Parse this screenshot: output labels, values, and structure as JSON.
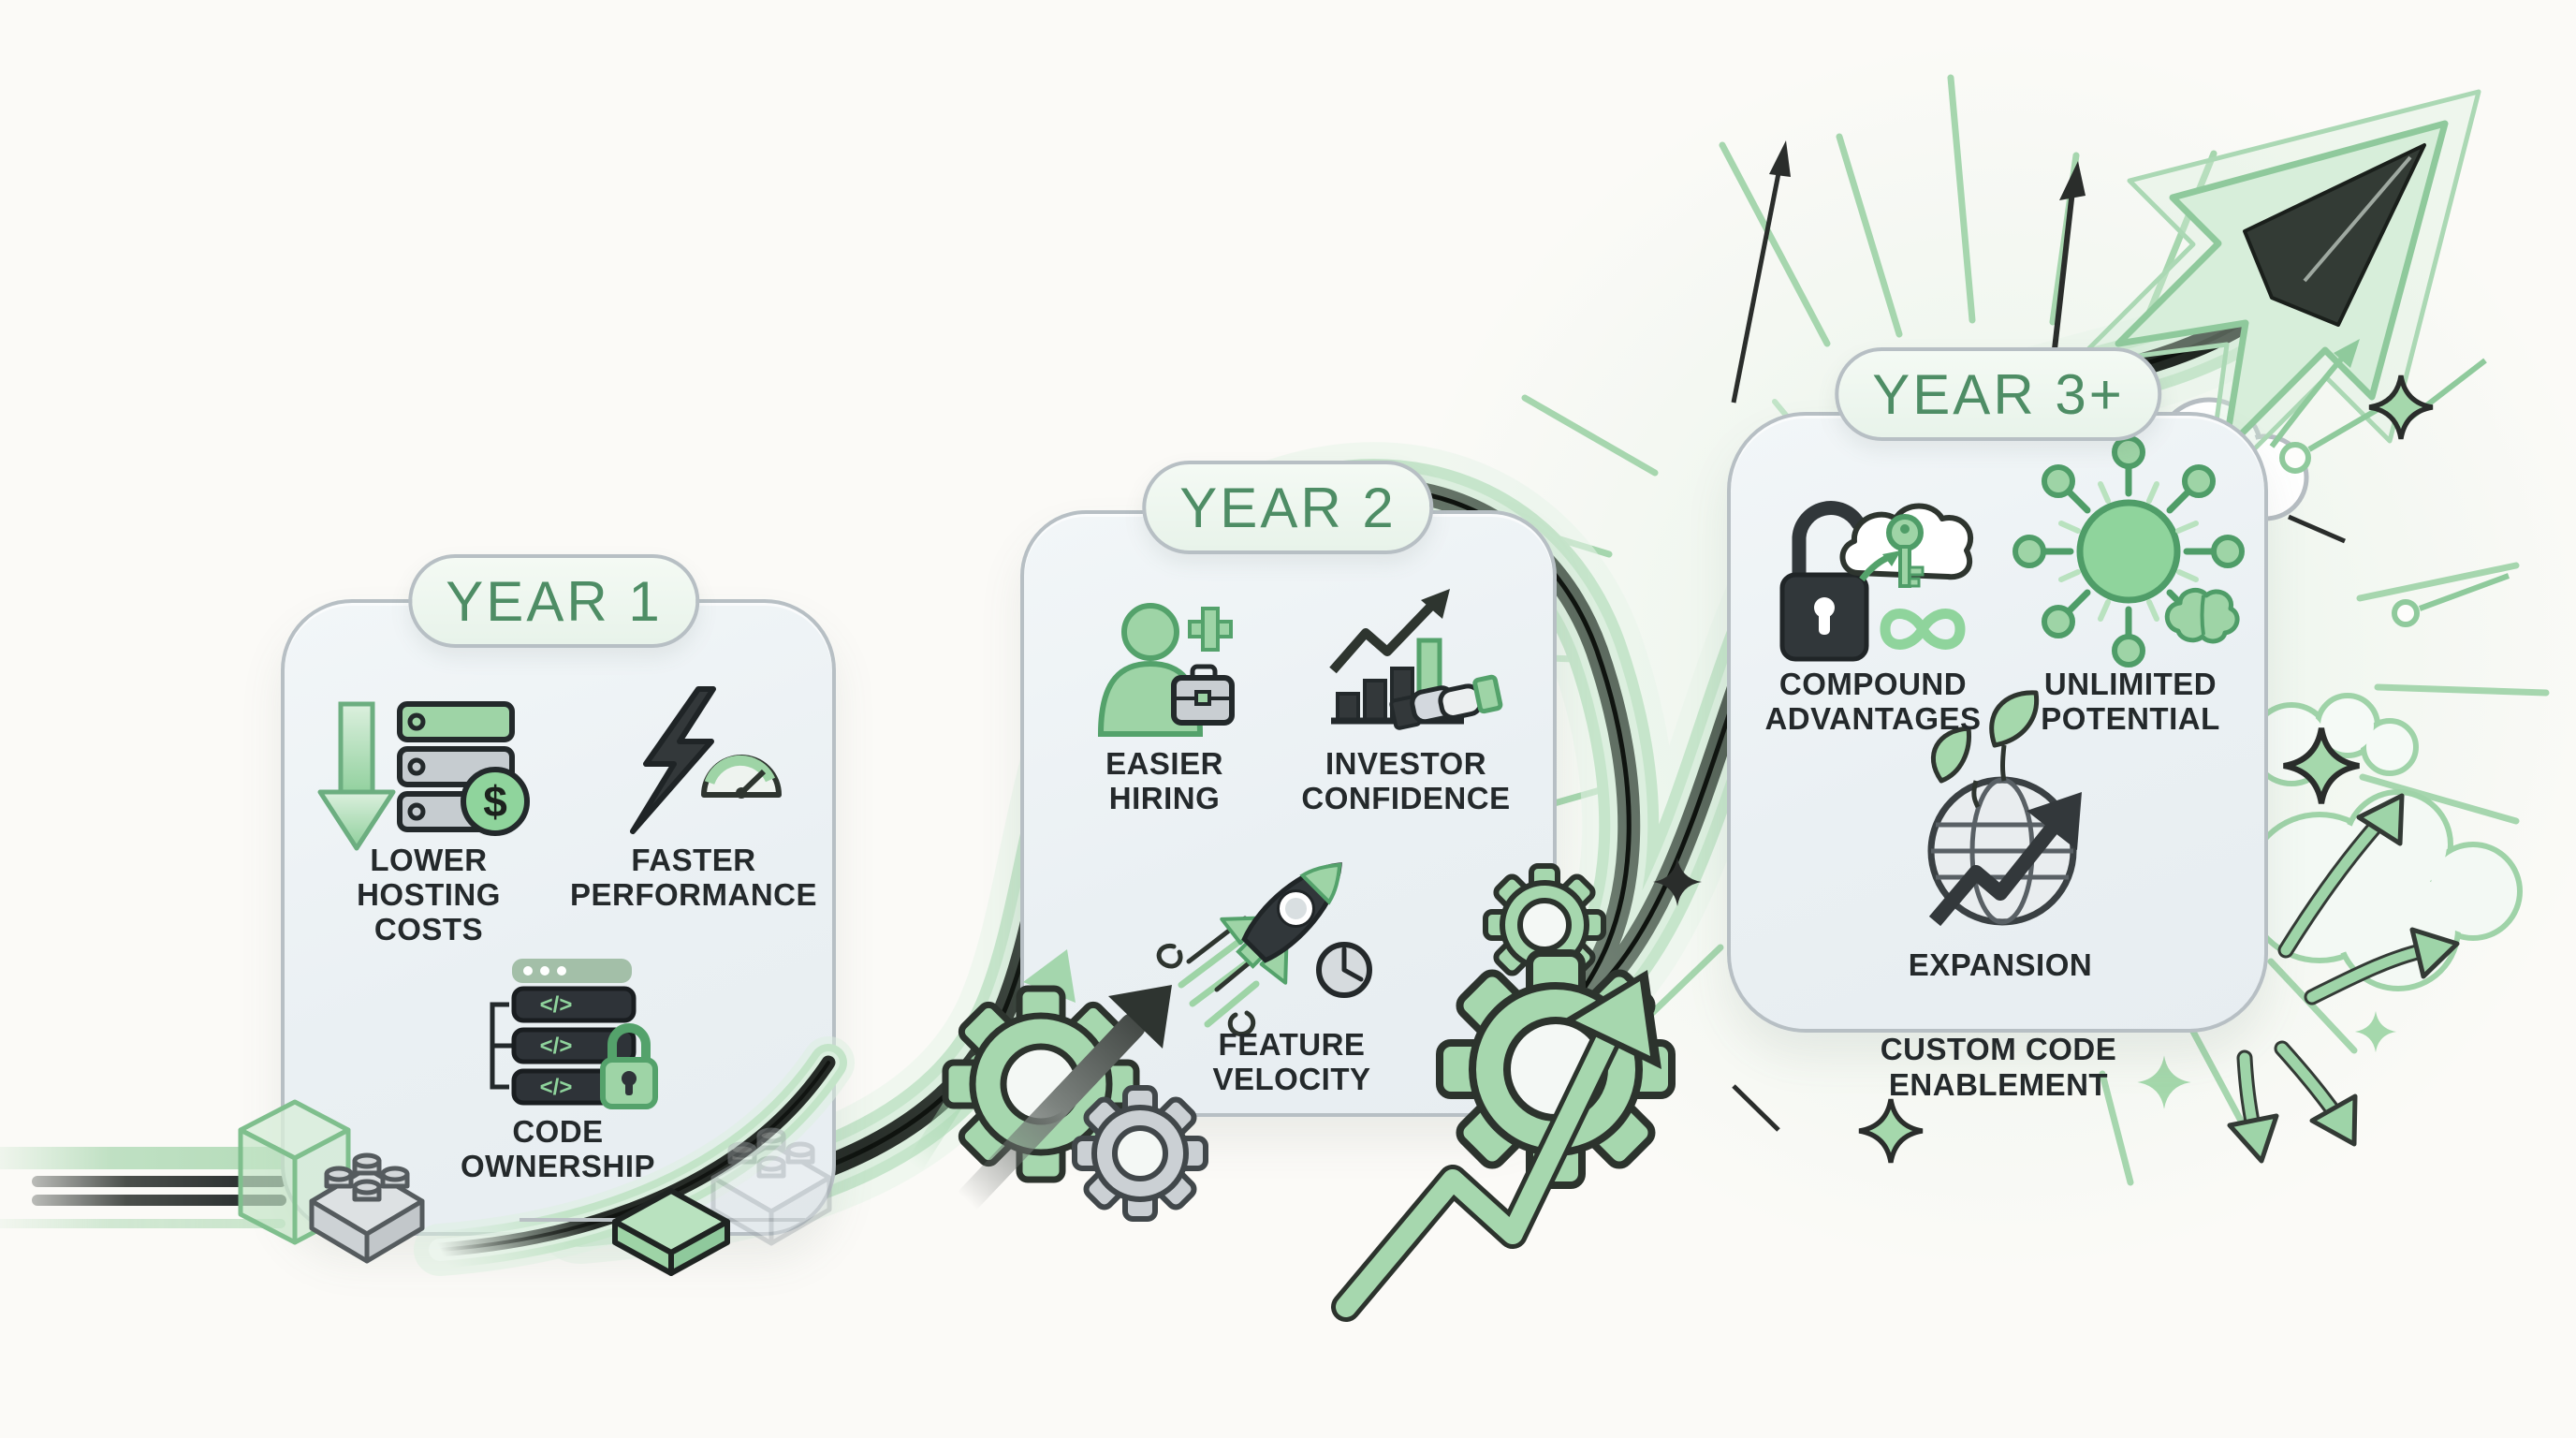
{
  "page": {
    "title": "Code Ownership Growth Timeline",
    "background": "#fbfaf7"
  },
  "palette": {
    "accent_green": "#8fd49c",
    "soft_green": "#a6d7ae",
    "deep_green": "#4e8d65",
    "ink": "#24292b",
    "card_fill": "#edf2f5",
    "card_border": "#b7bfc4",
    "ribbon_dark": "#20261f",
    "ribbon_light": "#c6e5cb"
  },
  "timeline": {
    "cards": [
      {
        "label": "YEAR 1",
        "items": [
          {
            "icon": "lower-hosting-costs-icon",
            "label": "LOWER\nHOSTING\nCOSTS"
          },
          {
            "icon": "faster-performance-icon",
            "label": "FASTER\nPERFORMANCE"
          },
          {
            "icon": "code-ownership-icon",
            "label": "CODE\nOWNERSHIP"
          }
        ]
      },
      {
        "label": "YEAR 2",
        "items": [
          {
            "icon": "easier-hiring-icon",
            "label": "EASIER\nHIRING"
          },
          {
            "icon": "investor-confidence-icon",
            "label": "INVESTOR\nCONFIDENCE"
          },
          {
            "icon": "feature-velocity-icon",
            "label": "FEATURE\nVELOCITY"
          }
        ]
      },
      {
        "label": "YEAR 3+",
        "items": [
          {
            "icon": "compound-advantages-icon",
            "label": "COMPOUND\nADVANTAGES"
          },
          {
            "icon": "unlimited-potential-icon",
            "label": "UNLIMITED\nPOTENTIAL"
          },
          {
            "icon": "expansion-icon",
            "label": "EXPANSION"
          }
        ]
      }
    ],
    "caption": "CUSTOM CODE\nENABLEMENT"
  },
  "icons": {
    "dollar_glyph": "$",
    "code_glyph": "</>"
  }
}
